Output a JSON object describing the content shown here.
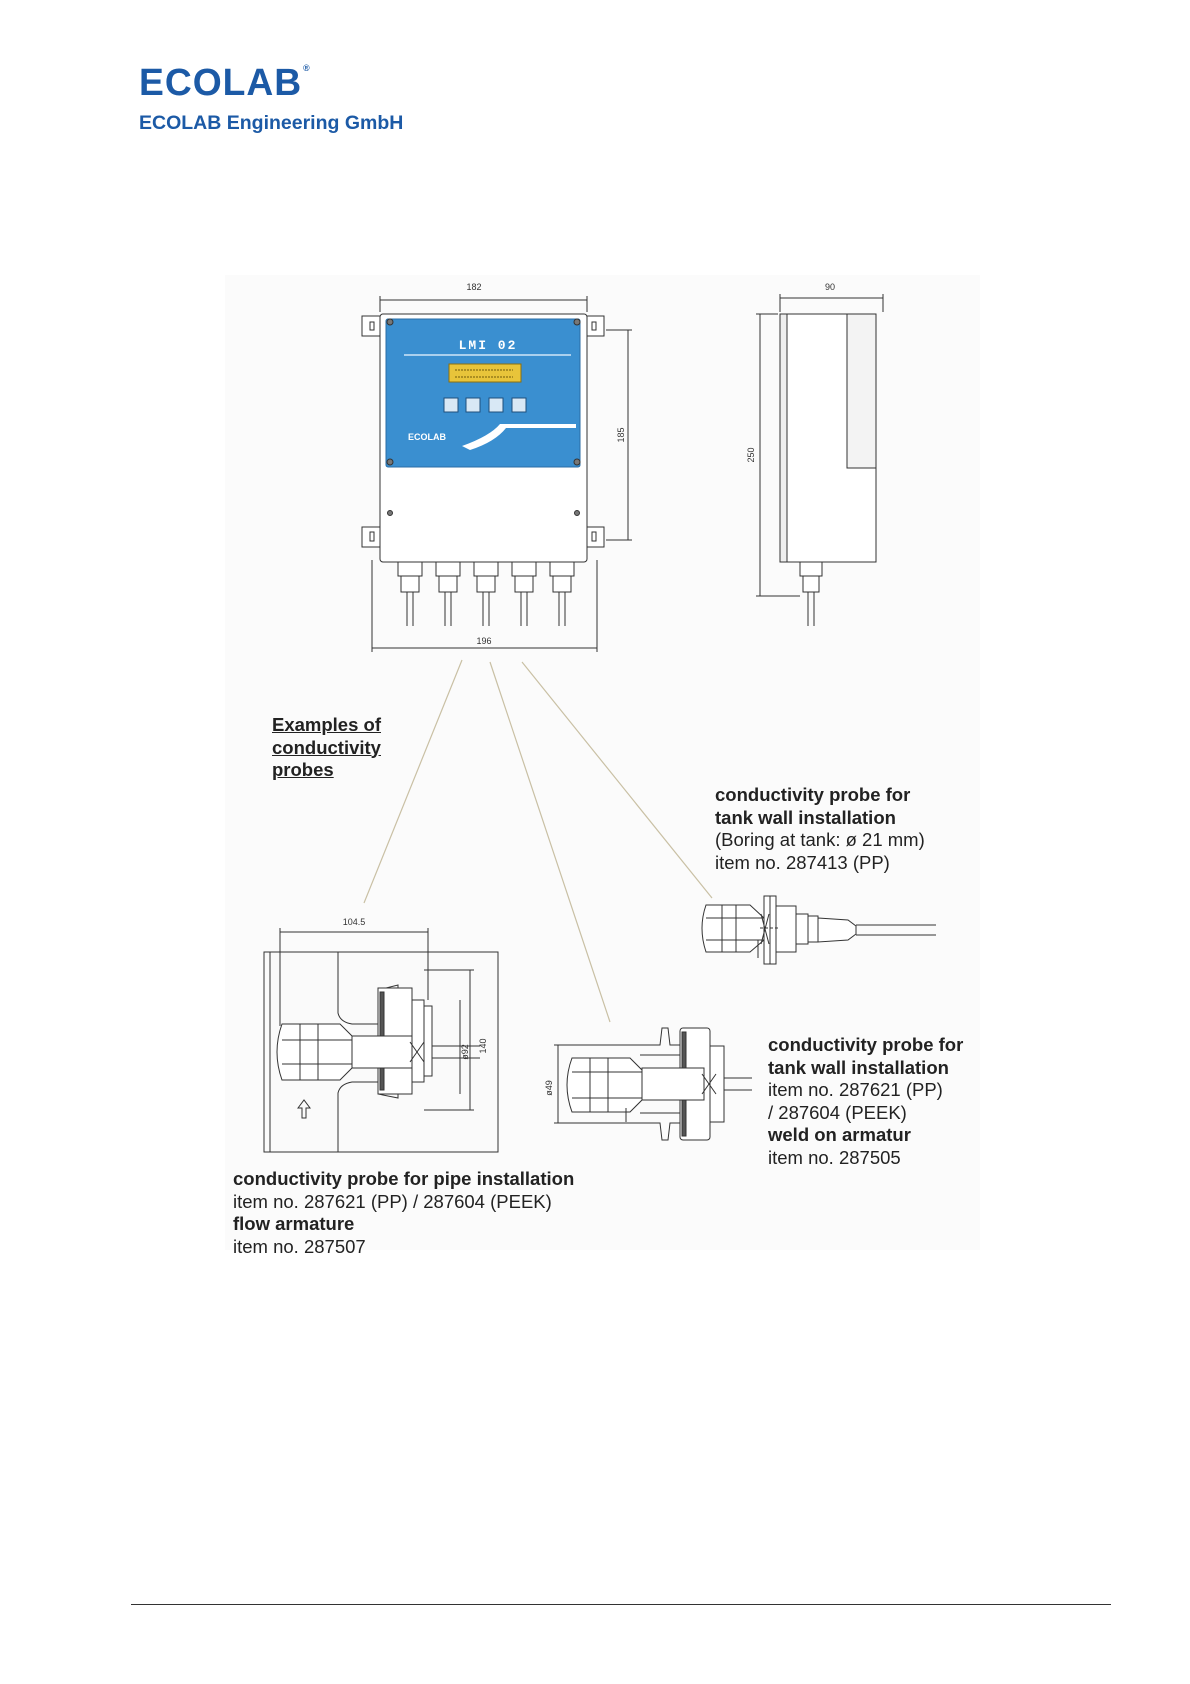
{
  "header": {
    "logo_text": "ECOLAB",
    "company_name": "ECOLAB Engineering GmbH"
  },
  "device": {
    "display_title": "LMI 02",
    "panel_brand": "ECOLAB",
    "dims": {
      "front_width": "182",
      "front_height": "185",
      "bottom_width": "196",
      "side_depth": "90",
      "side_height": "250"
    },
    "panel_color": "#3a8fd0",
    "display_color": "#e8c43a"
  },
  "examples_heading": "Examples of conductivity probes",
  "probe_tank_wall": {
    "title_line1": "conductivity probe for",
    "title_line2": "tank wall installation",
    "line3": "(Boring at tank: ø 21 mm)",
    "line4": "item no. 287413 (PP)"
  },
  "probe_weld": {
    "title_line1": "conductivity probe for",
    "title_line2": "tank wall installation",
    "line3": "item no. 287621 (PP)",
    "line4": "/ 287604 (PEEK)",
    "line5": "weld on armatur",
    "line6": "item no. 287505",
    "dim_diameter": "ø49"
  },
  "probe_pipe": {
    "title_line1": "conductivity probe for pipe installation",
    "line2": "item no. 287621 (PP) / 287604 (PEEK)",
    "line3": "flow armature",
    "line4": "item no. 287507",
    "dim_width": "104.5",
    "dim_diameter": "ø92",
    "dim_height": "140"
  }
}
